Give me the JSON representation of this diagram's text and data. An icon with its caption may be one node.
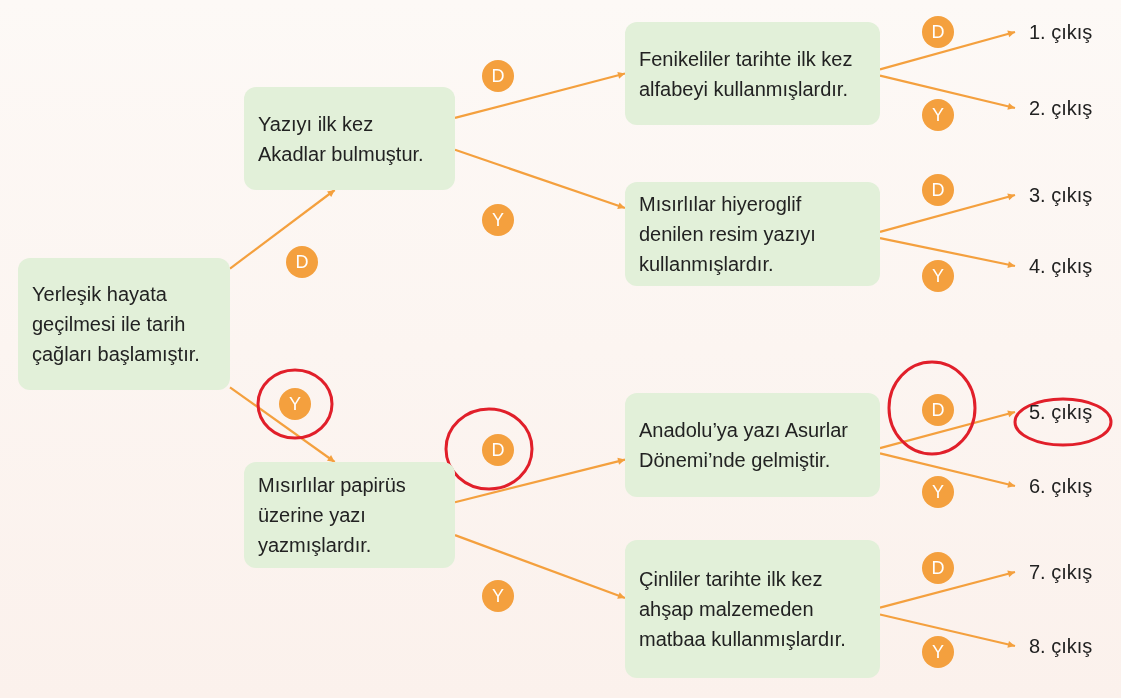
{
  "diagram": {
    "nodes": [
      {
        "text": [
          "Yerleşik hayata geçilmesi ile tarih çağları başlamıştır."
        ]
      },
      {
        "text": [
          "Yazıyı ilk kez Akadlar bulmuştur."
        ]
      },
      {
        "text": [
          "Mısırlılar papirüs üzerine yazı yazmışlardır."
        ]
      },
      {
        "text": [
          "Fenikeliler tarihte ilk kez alfabeyi kullanmışlardır."
        ]
      },
      {
        "text": [
          "Mısırlılar hiyeroglif denilen resim yazıyı kullanmışlardır."
        ]
      },
      {
        "text": [
          "Anadolu’ya yazı Asurlar Dönemi’nde gelmiştir."
        ]
      },
      {
        "text": [
          "Çinliler tarihte ilk kez ahşap malzemeden matbaa kullanmışlardır."
        ]
      },
      {
        "text": [
          "1. çıkış"
        ]
      },
      {
        "text": [
          "2. çıkış"
        ]
      },
      {
        "text": [
          "3. çıkış"
        ]
      },
      {
        "text": [
          "4. çıkış"
        ]
      },
      {
        "text": [
          "5. çıkış"
        ]
      },
      {
        "text": [
          "6. çıkış"
        ]
      },
      {
        "text": [
          "7. çıkış"
        ]
      },
      {
        "text": [
          "8. çıkış"
        ]
      }
    ],
    "edges": [
      {
        "from": 0,
        "to": 1,
        "arrow": "to",
        "label": "D"
      },
      {
        "from": 0,
        "to": 2,
        "arrow": "to",
        "label": "Y"
      },
      {
        "from": 1,
        "to": 3,
        "arrow": "to",
        "label": "D"
      },
      {
        "from": 1,
        "to": 4,
        "arrow": "to",
        "label": "Y"
      },
      {
        "from": 2,
        "to": 5,
        "arrow": "to",
        "label": "D"
      },
      {
        "from": 2,
        "to": 6,
        "arrow": "to",
        "label": "Y"
      },
      {
        "from": 3,
        "to": 7,
        "arrow": "to",
        "label": "D"
      },
      {
        "from": 3,
        "to": 8,
        "arrow": "to",
        "label": "Y"
      },
      {
        "from": 4,
        "to": 9,
        "arrow": "to",
        "label": "D"
      },
      {
        "from": 4,
        "to": 10,
        "arrow": "to",
        "label": "Y"
      },
      {
        "from": 5,
        "to": 11,
        "arrow": "to",
        "label": "D"
      },
      {
        "from": 5,
        "to": 12,
        "arrow": "to",
        "label": "Y"
      },
      {
        "from": 6,
        "to": 13,
        "arrow": "to",
        "label": "D"
      },
      {
        "from": 6,
        "to": 14,
        "arrow": "to",
        "label": "Y"
      }
    ]
  }
}
